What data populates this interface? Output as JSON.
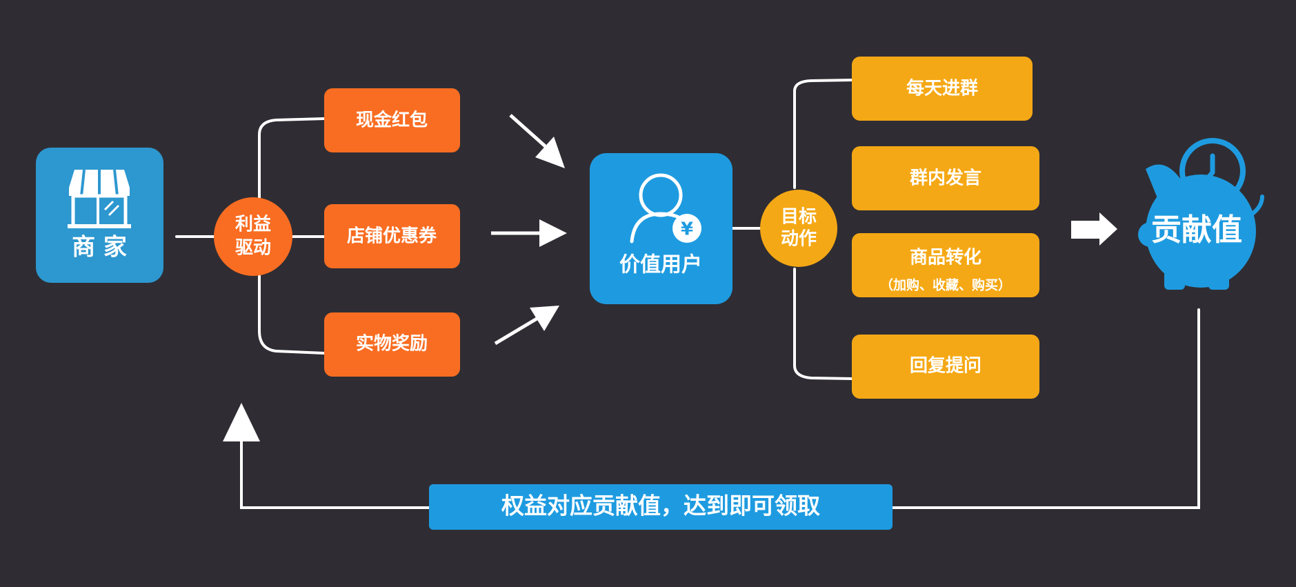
{
  "merchant": {
    "label": "商 家",
    "icon": "storefront-icon"
  },
  "driver": {
    "line1": "利益",
    "line2": "驱动"
  },
  "incentives": [
    {
      "label": "现金红包"
    },
    {
      "label": "店铺优惠券"
    },
    {
      "label": "实物奖励"
    }
  ],
  "value_user": {
    "label": "价值用户",
    "icon": "user-yuan-icon"
  },
  "target": {
    "line1": "目标",
    "line2": "动作"
  },
  "actions": [
    {
      "label": "每天进群"
    },
    {
      "label": "群内发言"
    },
    {
      "label": "商品转化",
      "sub": "（加购、收藏、购买）"
    },
    {
      "label": "回复提问"
    }
  ],
  "contribution": {
    "label": "贡献值",
    "icon": "piggy-bank-clock-icon"
  },
  "footer": {
    "label": "权益对应贡献值，达到即可领取"
  },
  "colors": {
    "background": "#2f2d33",
    "blue": "#1e9be0",
    "merchant_blue": "#2d97cf",
    "orange": "#f96d22",
    "amber": "#f5a815",
    "line": "#ffffff"
  }
}
